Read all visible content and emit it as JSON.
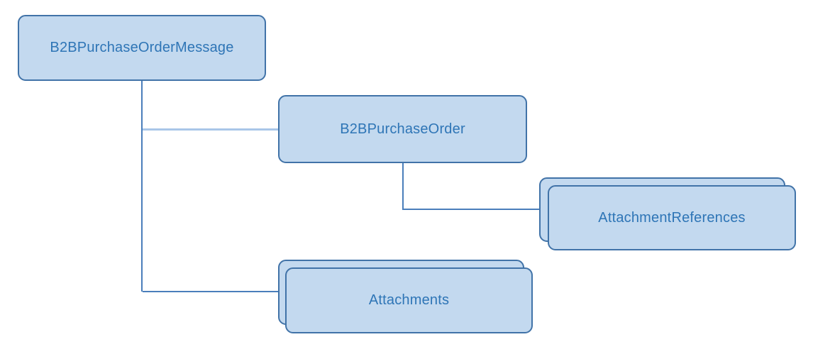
{
  "diagram": {
    "type": "hierarchy",
    "nodes": [
      {
        "id": "b2b-purchase-order-message",
        "label": "B2BPurchaseOrderMessage",
        "stacked": false
      },
      {
        "id": "b2b-purchase-order",
        "label": "B2BPurchaseOrder",
        "stacked": false
      },
      {
        "id": "attachment-references",
        "label": "AttachmentReferences",
        "stacked": true
      },
      {
        "id": "attachments",
        "label": "Attachments",
        "stacked": true
      }
    ],
    "edges": [
      {
        "from": "b2b-purchase-order-message",
        "to": "b2b-purchase-order"
      },
      {
        "from": "b2b-purchase-order-message",
        "to": "attachments"
      },
      {
        "from": "b2b-purchase-order",
        "to": "attachment-references"
      }
    ],
    "colors": {
      "node-fill": "#C3D9EF",
      "node-border": "#4173A8",
      "node-text": "#2E75B6",
      "connector": "#4A7EBB",
      "connector-light": "#A9C6E8",
      "background": "#FFFFFF"
    }
  }
}
